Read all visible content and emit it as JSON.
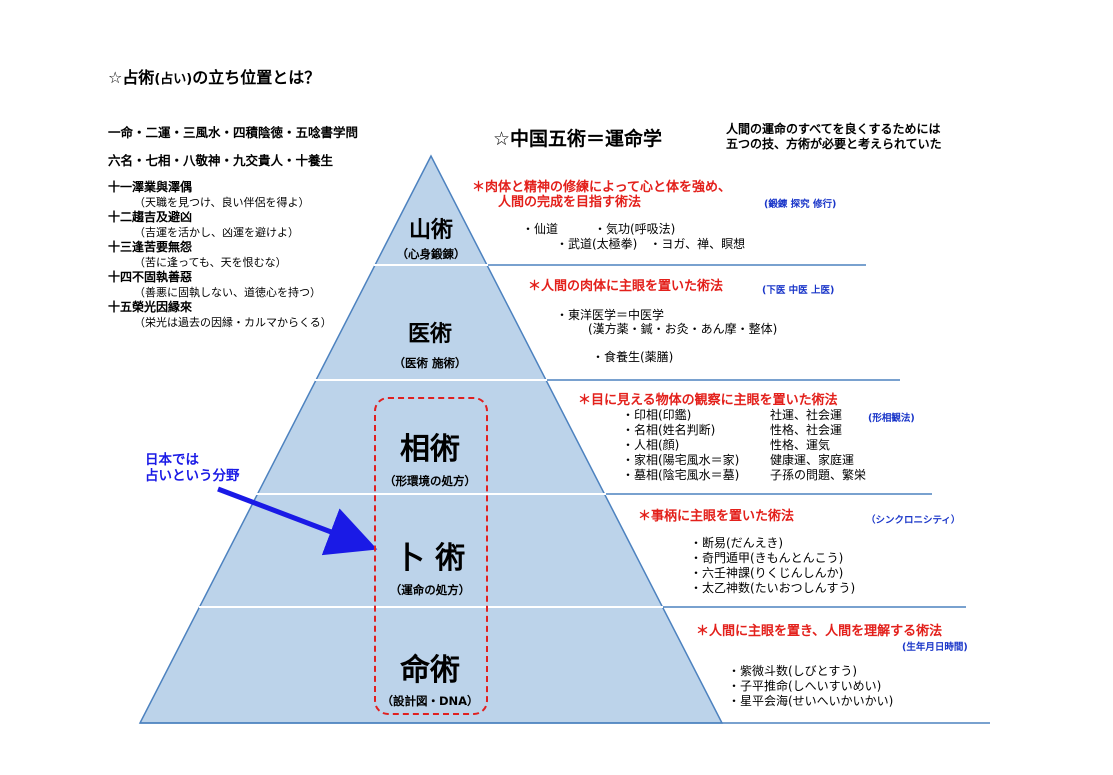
{
  "title": {
    "main": "☆占術",
    "paren": "(占い)",
    "rest": "の立ち位置とは？"
  },
  "left_lines": [
    "一命・二運・三風水・四積陰徳・五唸書学問",
    "六名・七相・八敬神・九交貴人・十養生"
  ],
  "left_list": [
    {
      "head": "十一澤業與澤偶",
      "sub": "（天職を見つけ、良い伴侶を得よ）"
    },
    {
      "head": "十二趨吉及避凶",
      "sub": "（吉運を活かし、凶運を避けよ）"
    },
    {
      "head": "十三逢苦要無怨",
      "sub": "（苦に逢っても、天を恨むな）"
    },
    {
      "head": "十四不固執善惡",
      "sub": "（善悪に固執しない、道徳心を持つ）"
    },
    {
      "head": "十五榮光因縁來",
      "sub": "（栄光は過去の因縁・カルマからくる）"
    }
  ],
  "header": {
    "title": "☆中国五術＝運命学",
    "note_lines": [
      "人間の運命のすべてを良くするためには",
      "五つの技、方術が必要と考えられていた"
    ]
  },
  "tiers": [
    {
      "name": "山術",
      "sub": "（心身鍛錬）",
      "desc_lines": [
        "＊肉体と精神の修練によって心と体を強め、",
        "人間の完成を目指す術法"
      ],
      "tag": "(鍛錬 探究 修行)",
      "items": [
        "・仙道　　　・気功(呼吸法)",
        "・武道(太極拳)　・ヨガ、禅、瞑想"
      ]
    },
    {
      "name": "医術",
      "sub": "（医術 施術）",
      "desc_lines": [
        "＊人間の肉体に主眼を置いた術法"
      ],
      "tag": "(下医 中医 上医)",
      "items": [
        "・東洋医学＝中医学",
        "(漢方薬・鍼・お灸・あん摩・整体)",
        "・食養生(薬膳)"
      ]
    },
    {
      "name": "相術",
      "sub": "（形環境の処方）",
      "desc_lines": [
        "＊目に見える物体の観察に主眼を置いた術法"
      ],
      "tag": "(形相観法)",
      "items": [
        "・印相(印鑑)",
        "・名相(姓名判断)",
        "・人相(顔)",
        "・家相(陽宅風水＝家)",
        "・墓相(陰宅風水＝墓)"
      ],
      "items_right": [
        "社運、社会運",
        "性格、社会運",
        "性格、運気",
        "健康運、家庭運",
        "子孫の問題、繁栄"
      ]
    },
    {
      "name": "卜 術",
      "sub": "（運命の処方）",
      "desc_lines": [
        "＊事柄に主眼を置いた術法"
      ],
      "tag": "（シンクロニシティ）",
      "items": [
        "・断易(だんえき)",
        "・奇門遁甲(きもんとんこう)",
        "・六壬神課(りくじんしんか)",
        "・太乙神数(たいおつしんすう)"
      ]
    },
    {
      "name": "命術",
      "sub": "（設計図・DNA）",
      "desc_lines": [
        "＊人間に主眼を置き、人間を理解する術法"
      ],
      "tag": "(生年月日時間)",
      "items": [
        "・紫微斗数(しびとすう)",
        "・子平推命(しへいすいめい)",
        "・星平会海(せいへいかいかい)"
      ]
    }
  ],
  "annotation": {
    "lines": [
      "日本では",
      "占いという分野"
    ]
  },
  "colors": {
    "pyramid_fill": "#bcd3ea",
    "line_blue": "#4d82bf",
    "red": "#e3201b",
    "blue_text": "#1a36c9",
    "arrow": "#1a1ae6"
  }
}
